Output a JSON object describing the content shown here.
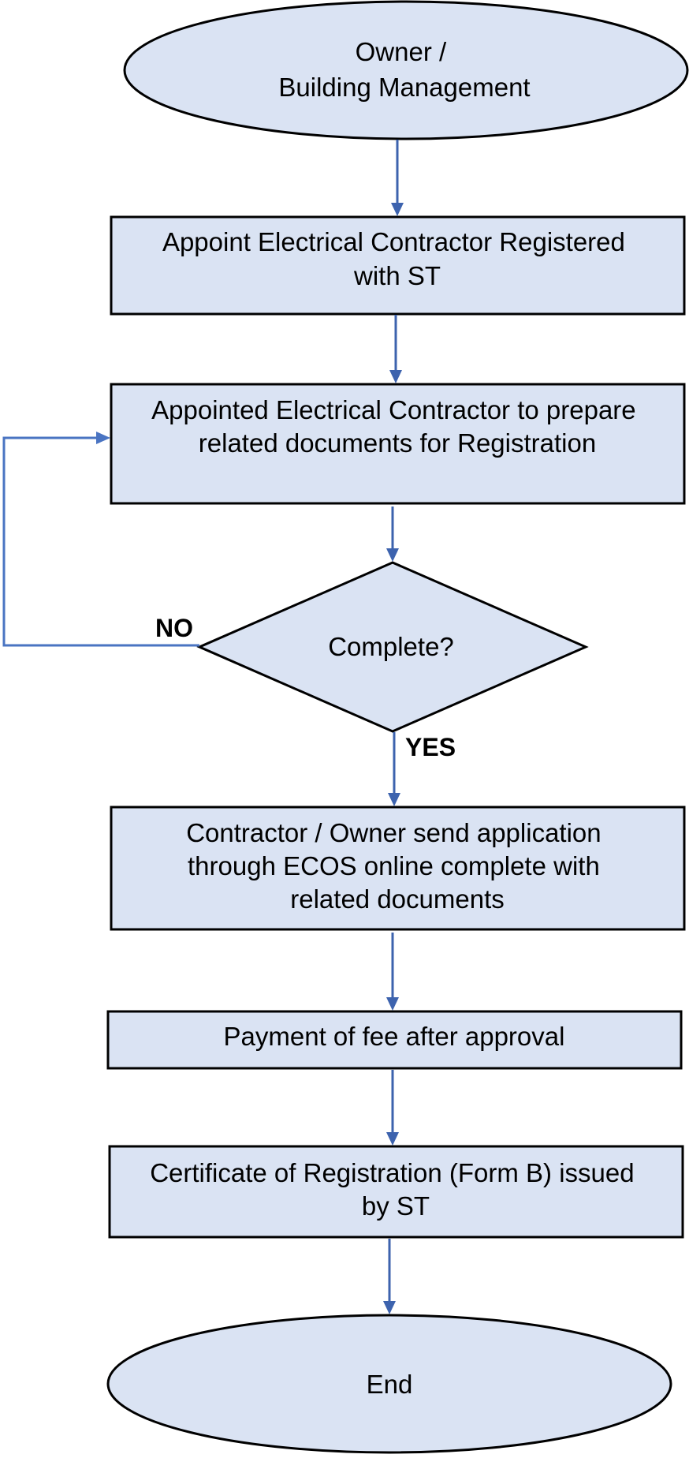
{
  "nodes": {
    "start": {
      "lines": [
        "Owner /",
        "Building Management"
      ]
    },
    "appoint": {
      "lines": [
        "Appoint Electrical Contractor Registered",
        "with ST"
      ]
    },
    "prepare": {
      "lines": [
        "Appointed Electrical Contractor to prepare",
        "related documents for Registration"
      ]
    },
    "decision": {
      "lines": [
        "Complete?"
      ]
    },
    "send": {
      "lines": [
        "Contractor / Owner send application",
        "through ECOS online complete with",
        "related documents"
      ]
    },
    "payment": {
      "lines": [
        "Payment of fee after approval"
      ]
    },
    "certificate": {
      "lines": [
        "Certificate of Registration (Form B) issued",
        "by ST"
      ]
    },
    "end": {
      "lines": [
        "End"
      ]
    }
  },
  "branches": {
    "no": "NO",
    "yes": "YES"
  },
  "colors": {
    "shape_fill": "#dae3f3",
    "shape_stroke": "#000000",
    "connector": "#3d63ae",
    "loop_connector": "#4a74c2"
  }
}
